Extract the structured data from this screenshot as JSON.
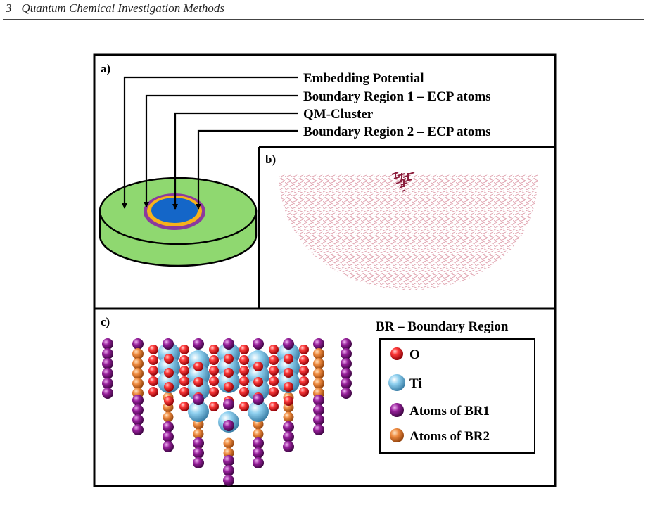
{
  "header": {
    "chapter_number": "3",
    "chapter_title": "Quantum Chemical Investigation Methods"
  },
  "figure": {
    "panel_a": {
      "label": "a)",
      "callouts": [
        "Embedding Potential",
        "Boundary Region 1 – ECP atoms",
        "QM-Cluster",
        "Boundary Region 2 – ECP atoms"
      ]
    },
    "panel_b": {
      "label": "b)"
    },
    "panel_c": {
      "label": "c)",
      "title": "BR – Boundary Region",
      "legend": [
        {
          "label": "O",
          "color": "#e8111a",
          "icon": "o-atom-icon"
        },
        {
          "label": "Ti",
          "color": "#7ec8ea",
          "icon": "ti-atom-icon"
        },
        {
          "label": "Atoms of BR1",
          "color": "#8a1f8e",
          "icon": "br1-atom-icon"
        },
        {
          "label": "Atoms of BR2",
          "color": "#e8813a",
          "icon": "br2-atom-icon"
        }
      ]
    },
    "colors": {
      "embedding": "#8fd870",
      "br1": "#8b3a9e",
      "br2": "#f7b21b",
      "qm": "#1466c8"
    }
  }
}
